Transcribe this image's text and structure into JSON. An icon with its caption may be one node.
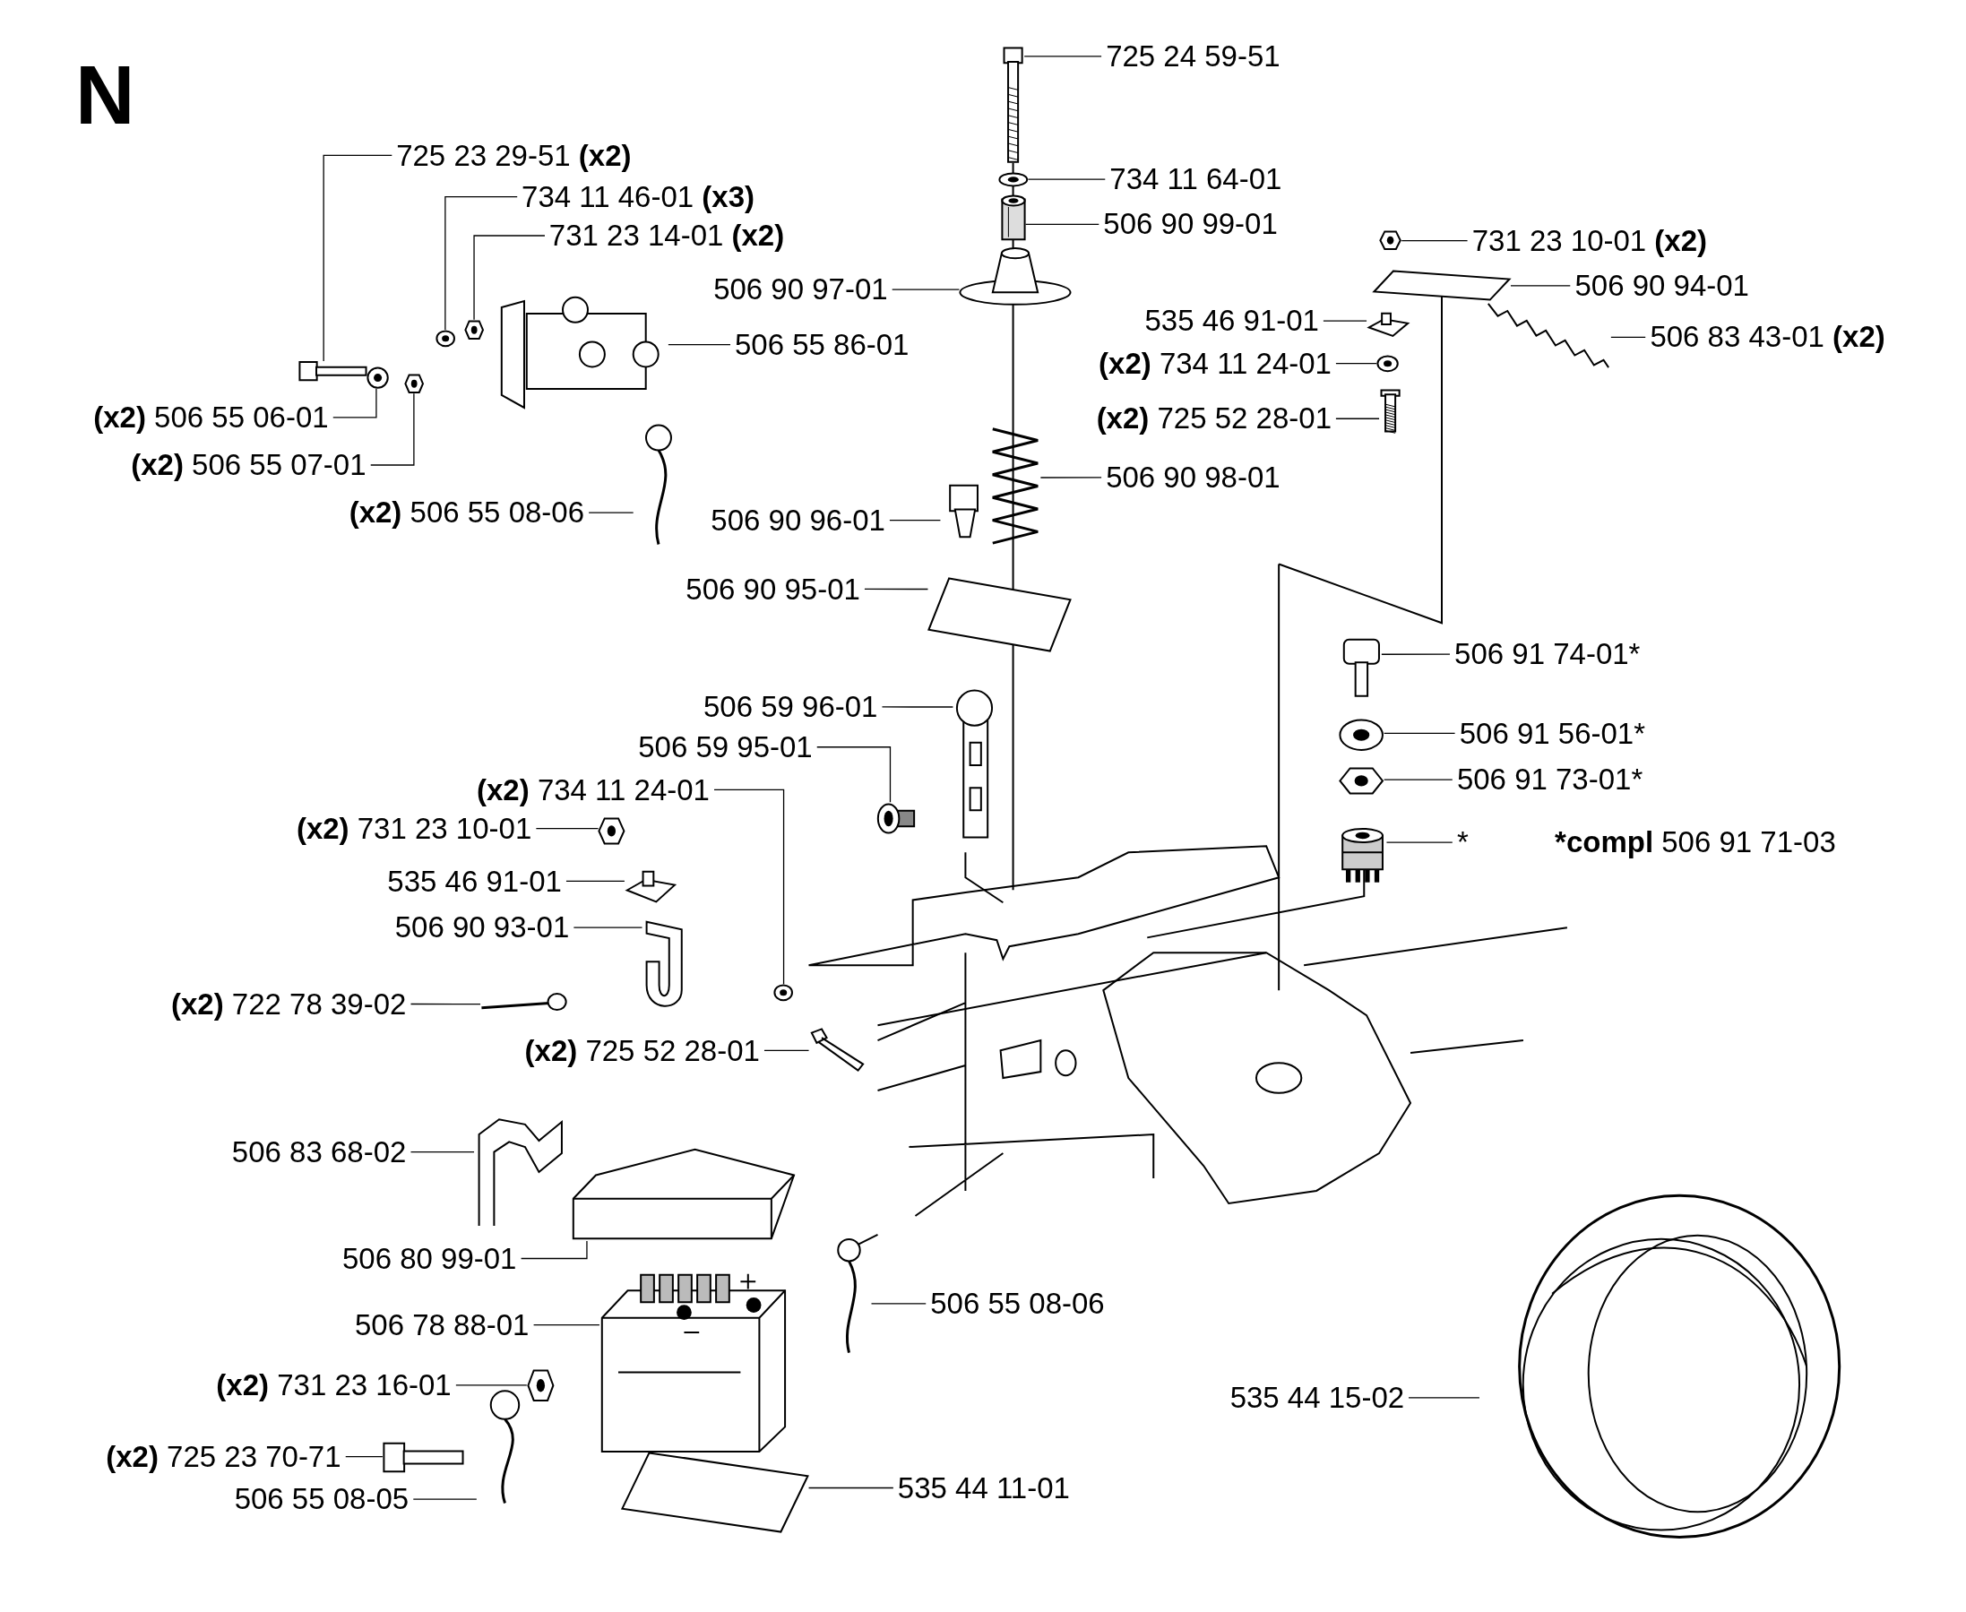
{
  "diagram": {
    "title": "N",
    "nodes": [
      {
        "text": [
          "725 24 59-51"
        ]
      },
      {
        "text": [],
        "shape": "picture"
      },
      {
        "text": [
          "734 11 64-01"
        ]
      },
      {
        "text": [],
        "shape": "picture"
      },
      {
        "text": [
          "506 90 99-01"
        ]
      },
      {
        "text": [],
        "shape": "picture"
      },
      {
        "text": [
          "506 90 97-01"
        ]
      },
      {
        "text": [],
        "shape": "picture"
      },
      {
        "text": [
          "725 23 29-51 **(x2)**"
        ]
      },
      {
        "text": [],
        "shape": "picture"
      },
      {
        "text": [
          "734 11 46-01 **(x3)**"
        ]
      },
      {
        "text": [],
        "shape": "picture"
      },
      {
        "text": [
          "731 23 14-01 **(x2)**"
        ]
      },
      {
        "text": [],
        "shape": "picture"
      },
      {
        "text": [
          "506 55 86-01"
        ]
      },
      {
        "text": [],
        "shape": "picture"
      },
      {
        "text": [
          "**(x2)** 506 55 06-01"
        ]
      },
      {
        "text": [],
        "shape": "picture"
      },
      {
        "text": [
          "**(x2)** 506 55 07-01"
        ]
      },
      {
        "text": [],
        "shape": "picture"
      },
      {
        "text": [
          "**(x2)** 506 55 08-06"
        ]
      },
      {
        "text": [],
        "shape": "picture"
      },
      {
        "text": [
          "506 90 98-01"
        ]
      },
      {
        "text": [],
        "shape": "picture"
      },
      {
        "text": [
          "506 90 96-01"
        ]
      },
      {
        "text": [],
        "shape": "picture"
      },
      {
        "text": [
          "506 90 95-01"
        ]
      },
      {
        "text": [],
        "shape": "picture"
      },
      {
        "text": [
          "506 59 96-01"
        ]
      },
      {
        "text": [],
        "shape": "picture"
      },
      {
        "text": [
          "506 59 95-01"
        ]
      },
      {
        "text": [],
        "shape": "picture"
      },
      {
        "text": [
          "**(x2)** 734 11 24-01"
        ]
      },
      {
        "text": [],
        "shape": "picture"
      },
      {
        "text": [
          "**(x2)** 731 23 10-01"
        ]
      },
      {
        "text": [],
        "shape": "picture"
      },
      {
        "text": [
          "535 46 91-01"
        ]
      },
      {
        "text": [],
        "shape": "picture"
      },
      {
        "text": [
          "506 90 93-01"
        ]
      },
      {
        "text": [],
        "shape": "picture"
      },
      {
        "text": [
          "**(x2)** 722 78 39-02"
        ]
      },
      {
        "text": [],
        "shape": "picture"
      },
      {
        "text": [
          "**(x2)** 725 52 28-01"
        ]
      },
      {
        "text": [],
        "shape": "picture"
      },
      {
        "text": [
          "506 83 68-02"
        ]
      },
      {
        "text": [],
        "shape": "picture"
      },
      {
        "text": [
          "506 80 99-01"
        ]
      },
      {
        "text": [],
        "shape": "picture"
      },
      {
        "text": [
          "506 78 88-01"
        ]
      },
      {
        "text": [],
        "shape": "picture"
      },
      {
        "text": [
          "**(x2)** 731 23 16-01"
        ]
      },
      {
        "text": [],
        "shape": "picture"
      },
      {
        "text": [
          "**(x2)** 725 23 70-71"
        ]
      },
      {
        "text": [],
        "shape": "picture"
      },
      {
        "text": [
          "506 55 08-05"
        ]
      },
      {
        "text": [],
        "shape": "picture"
      },
      {
        "text": [
          "535 44 11-01"
        ]
      },
      {
        "text": [],
        "shape": "picture"
      },
      {
        "text": [
          "506 55 08-06"
        ]
      },
      {
        "text": [],
        "shape": "picture"
      },
      {
        "text": [
          "535 44 15-02"
        ]
      },
      {
        "text": [],
        "shape": "picture"
      },
      {
        "text": [
          "731 23 10-01 **(x2)**"
        ]
      },
      {
        "text": [],
        "shape": "picture"
      },
      {
        "text": [
          "506 90 94-01"
        ]
      },
      {
        "text": [],
        "shape": "picture"
      },
      {
        "text": [
          "535 46 91-01"
        ]
      },
      {
        "text": [],
        "shape": "picture"
      },
      {
        "text": [
          "**(x2)** 734 11 24-01"
        ]
      },
      {
        "text": [],
        "shape": "picture"
      },
      {
        "text": [
          "**(x2)** 725 52 28-01"
        ]
      },
      {
        "text": [],
        "shape": "picture"
      },
      {
        "text": [
          "506 83 43-01 **(x2)**"
        ]
      },
      {
        "text": [],
        "shape": "picture"
      },
      {
        "text": [
          "506 91 74-01*"
        ]
      },
      {
        "text": [],
        "shape": "picture"
      },
      {
        "text": [
          "506 91 56-01*"
        ]
      },
      {
        "text": [],
        "shape": "picture"
      },
      {
        "text": [
          "506 91 73-01*"
        ]
      },
      {
        "text": [],
        "shape": "picture"
      },
      {
        "text": [
          "*"
        ]
      },
      {
        "text": [],
        "shape": "picture"
      }
    ],
    "edges": [
      {
        "from": 0,
        "to": 1,
        "arrow": "none"
      },
      {
        "from": 2,
        "to": 3,
        "arrow": "none"
      },
      {
        "from": 4,
        "to": 5,
        "arrow": "none"
      },
      {
        "from": 6,
        "to": 7,
        "arrow": "none"
      },
      {
        "from": 8,
        "to": 9,
        "arrow": "none"
      },
      {
        "from": 10,
        "to": 11,
        "arrow": "none"
      },
      {
        "from": 12,
        "to": 13,
        "arrow": "none"
      },
      {
        "from": 14,
        "to": 15,
        "arrow": "none"
      },
      {
        "from": 16,
        "to": 17,
        "arrow": "none"
      },
      {
        "from": 18,
        "to": 19,
        "arrow": "none"
      },
      {
        "from": 20,
        "to": 21,
        "arrow": "none"
      },
      {
        "from": 22,
        "to": 23,
        "arrow": "none"
      },
      {
        "from": 24,
        "to": 25,
        "arrow": "none"
      },
      {
        "from": 26,
        "to": 27,
        "arrow": "none"
      },
      {
        "from": 28,
        "to": 29,
        "arrow": "none"
      },
      {
        "from": 30,
        "to": 31,
        "arrow": "none"
      },
      {
        "from": 32,
        "to": 33,
        "arrow": "none"
      },
      {
        "from": 34,
        "to": 35,
        "arrow": "none"
      },
      {
        "from": 36,
        "to": 37,
        "arrow": "none"
      },
      {
        "from": 38,
        "to": 39,
        "arrow": "none"
      },
      {
        "from": 40,
        "to": 41,
        "arrow": "none"
      },
      {
        "from": 42,
        "to": 43,
        "arrow": "none"
      },
      {
        "from": 44,
        "to": 45,
        "arrow": "none"
      },
      {
        "from": 46,
        "to": 47,
        "arrow": "none"
      },
      {
        "from": 48,
        "to": 49,
        "arrow": "none"
      },
      {
        "from": 50,
        "to": 51,
        "arrow": "none"
      },
      {
        "from": 52,
        "to": 53,
        "arrow": "none"
      },
      {
        "from": 54,
        "to": 55,
        "arrow": "none"
      },
      {
        "from": 56,
        "to": 57,
        "arrow": "none"
      },
      {
        "from": 58,
        "to": 59,
        "arrow": "none"
      },
      {
        "from": 60,
        "to": 61,
        "arrow": "none"
      },
      {
        "from": 62,
        "to": 63,
        "arrow": "none"
      },
      {
        "from": 64,
        "to": 65,
        "arrow": "none"
      },
      {
        "from": 66,
        "to": 67,
        "arrow": "none"
      },
      {
        "from": 68,
        "to": 69,
        "arrow": "none"
      },
      {
        "from": 70,
        "to": 71,
        "arrow": "none"
      },
      {
        "from": 72,
        "to": 73,
        "arrow": "none"
      },
      {
        "from": 74,
        "to": 75,
        "arrow": "none"
      },
      {
        "from": 76,
        "to": 77,
        "arrow": "none"
      },
      {
        "from": 78,
        "to": 79,
        "arrow": "none"
      },
      {
        "from": 80,
        "to": 81,
        "arrow": "none"
      }
    ],
    "labels": [
      "***compl** 506 91 71-03"
    ]
  }
}
